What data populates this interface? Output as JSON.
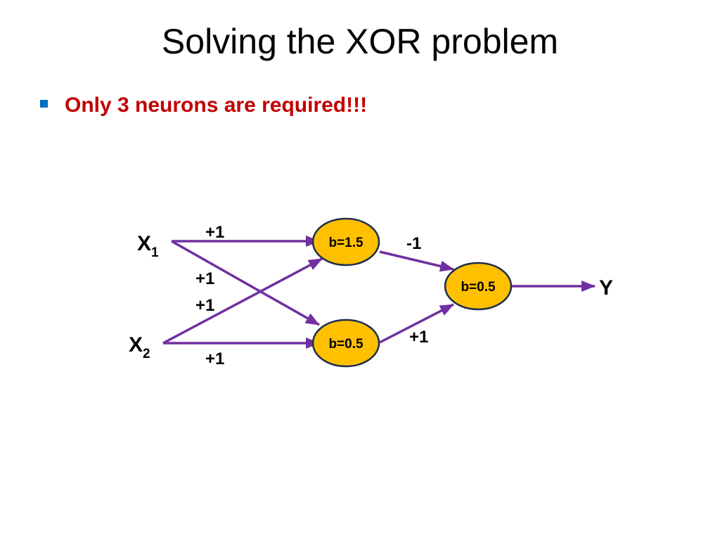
{
  "slide": {
    "title": "Solving the XOR problem",
    "bullet": "Only 3 neurons are required!!!"
  },
  "colors": {
    "edge": "#7030a0",
    "neuron_fill": "#ffc000",
    "neuron_stroke": "#1f2d4d",
    "bullet_text": "#c00000",
    "bullet_marker": "#0070c0"
  },
  "diagram": {
    "inputs": [
      {
        "letter": "X",
        "subscript": "1"
      },
      {
        "letter": "X",
        "subscript": "2"
      }
    ],
    "neurons": {
      "hidden_top": "b=1.5",
      "hidden_bottom": "b=0.5",
      "output": "b=0.5"
    },
    "output_label": "Y",
    "weights": {
      "x1_to_top": "+1",
      "x1_to_bottom": "+1",
      "x2_to_top": "+1",
      "x2_to_bottom": "+1",
      "top_to_output": "-1",
      "bottom_to_output": "+1"
    }
  }
}
